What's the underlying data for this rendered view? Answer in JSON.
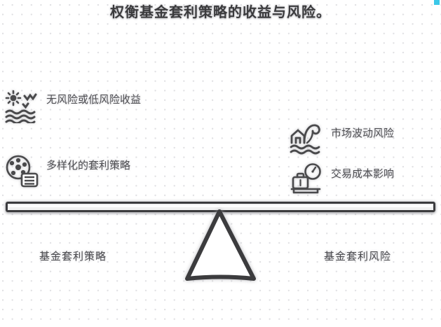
{
  "title": "权衡基金套利策略的收益与风险。",
  "balance": {
    "left_side": {
      "caption": "基金套利策略",
      "items": [
        {
          "icon": "beach-sun-waves-icon",
          "label": "无风险或低风险收益"
        },
        {
          "icon": "film-reel-icon",
          "label": "多样化的套利策略"
        }
      ]
    },
    "right_side": {
      "caption": "基金套利风险",
      "items": [
        {
          "icon": "tsunami-wave-icon",
          "label": "市场波动风险"
        },
        {
          "icon": "luggage-scale-icon",
          "label": "交易成本影响"
        }
      ]
    },
    "beam": {
      "name": "seesaw-beam"
    },
    "fulcrum": {
      "name": "triangle-fulcrum"
    }
  },
  "colors": {
    "ink": "#3c3c3e",
    "text": "#4e4e52",
    "title": "#3b3b3d",
    "background": "#ffffff",
    "accent_marker": "#3cc8e8"
  }
}
